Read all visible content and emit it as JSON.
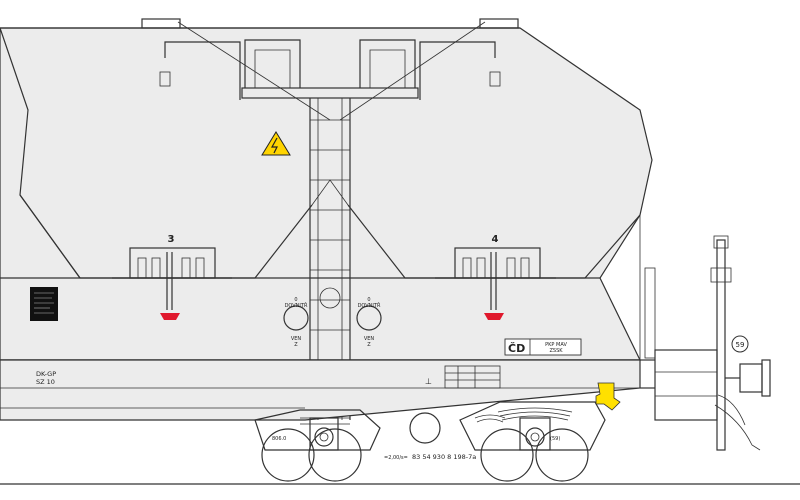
{
  "hopper_labels": [
    "3",
    "4"
  ],
  "valve_labels": {
    "left": {
      "top_num": "0",
      "top_word": "DOVNITŘ",
      "bottom_word": "VEN",
      "bottom_num": "Z"
    },
    "right": {
      "top_num": "0",
      "top_word": "DOVNITŘ",
      "bottom_word": "VEN",
      "bottom_num": "Z"
    }
  },
  "marking_left": {
    "line1": "DK-GP",
    "line2": "SZ 10"
  },
  "owner_plate": {
    "logo": "ČD",
    "line1": "PKP MAV",
    "line2": "ZSSK"
  },
  "wagon_number": {
    "prefix": "=2,00/s=",
    "number": "83 54 930 8 198-7a"
  },
  "bogie_marks": {
    "left": "806.0",
    "right": "(59)"
  },
  "route_badge": "59",
  "colors": {
    "red_marker": "#e0182c",
    "yellow_hook": "#ffe000",
    "warning_yellow": "#ffd400",
    "body_fill": "#ececec"
  },
  "icons": [
    "warning-electric-icon"
  ]
}
